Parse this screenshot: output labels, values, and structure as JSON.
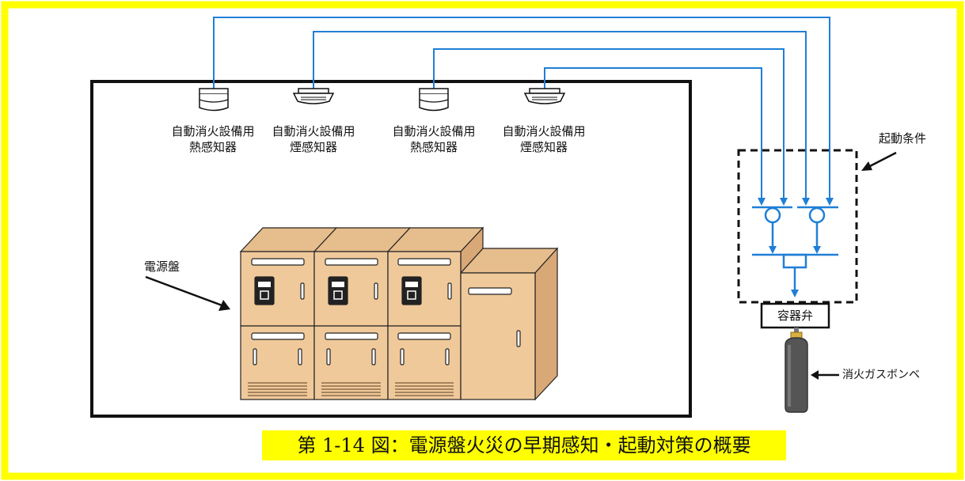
{
  "detectors": [
    {
      "line1": "自動消火設備用",
      "line2": "熱感知器"
    },
    {
      "line1": "自動消火設備用",
      "line2": "煙感知器"
    },
    {
      "line1": "自動消火設備用",
      "line2": "熱感知器"
    },
    {
      "line1": "自動消火設備用",
      "line2": "煙感知器"
    }
  ],
  "labels": {
    "power_panel": "電源盤",
    "start_condition": "起動条件",
    "container_valve": "容器弁",
    "gas_cylinder": "消火ガスボンベ"
  },
  "caption": "第 1-14 図：電源盤火災の早期感知・起動対策の概要",
  "colors": {
    "frame": "#ffff00",
    "wire": "#1f7fd6",
    "panel": "#f0c99a",
    "cylinder": "#555555"
  }
}
